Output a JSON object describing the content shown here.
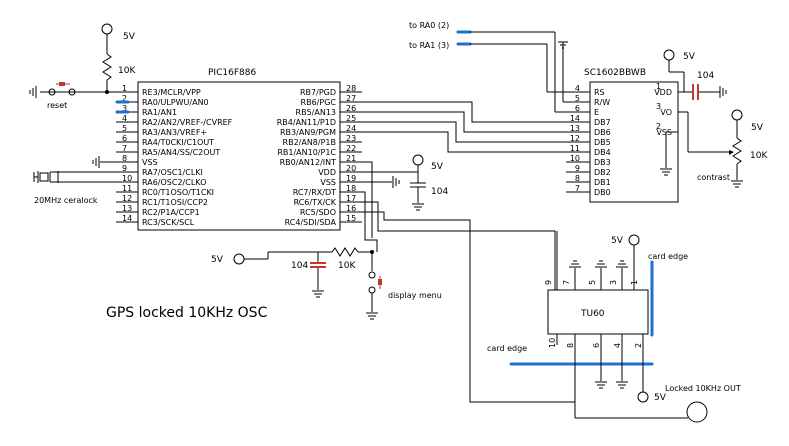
{
  "title": "GPS locked 10KHz OSC",
  "power_labels": {
    "v5_a": "5V",
    "v5_b": "5V",
    "v5_c": "5V",
    "v5_d": "5V",
    "v5_e": "5V",
    "v5_f": "5V",
    "v5_g": "5V"
  },
  "components": {
    "r_pullup": "10K",
    "r_menu": "10K",
    "r_contrast": "10K",
    "c_vdd": "104",
    "c_menu": "104",
    "c_lcd": "104",
    "reset": "reset",
    "crystal": "20MHz ceralock",
    "display_menu": "display menu",
    "contrast": "contrast"
  },
  "pic": {
    "name": "PIC16F886",
    "left_pins": [
      {
        "num": "1",
        "label": "RE3/MCLR/VPP"
      },
      {
        "num": "2",
        "label": "RA0/ULPWU/AN0"
      },
      {
        "num": "3",
        "label": "RA1/AN1"
      },
      {
        "num": "4",
        "label": "RA2/AN2/VREF-/CVREF"
      },
      {
        "num": "5",
        "label": "RA3/AN3/VREF+"
      },
      {
        "num": "6",
        "label": "RA4/T0CKI/C1OUT"
      },
      {
        "num": "7",
        "label": "RA5/AN4/SS/C2OUT"
      },
      {
        "num": "8",
        "label": "VSS"
      },
      {
        "num": "9",
        "label": "RA7/OSC1/CLKI"
      },
      {
        "num": "10",
        "label": "RA6/OSC2/CLKO"
      },
      {
        "num": "11",
        "label": "RC0/T1OSO/T1CKI"
      },
      {
        "num": "12",
        "label": "RC1/T1OSI/CCP2"
      },
      {
        "num": "13",
        "label": "RC2/P1A/CCP1"
      },
      {
        "num": "14",
        "label": "RC3/SCK/SCL"
      }
    ],
    "right_pins": [
      {
        "num": "28",
        "label": "RB7/PGD"
      },
      {
        "num": "27",
        "label": "RB6/PGC"
      },
      {
        "num": "26",
        "label": "RB5/AN13"
      },
      {
        "num": "25",
        "label": "RB4/AN11/P1D"
      },
      {
        "num": "24",
        "label": "RB3/AN9/PGM"
      },
      {
        "num": "23",
        "label": "RB2/AN8/P1B"
      },
      {
        "num": "22",
        "label": "RB1/AN10/P1C"
      },
      {
        "num": "21",
        "label": "RB0/AN12/INT"
      },
      {
        "num": "20",
        "label": "VDD"
      },
      {
        "num": "19",
        "label": "VSS"
      },
      {
        "num": "18",
        "label": "RC7/RX/DT"
      },
      {
        "num": "17",
        "label": "RC6/TX/CK"
      },
      {
        "num": "16",
        "label": "RC5/SDO"
      },
      {
        "num": "15",
        "label": "RC4/SDI/SDA"
      }
    ]
  },
  "lcd": {
    "name": "SC1602BBWB",
    "left_pins": [
      {
        "num": "4",
        "label": "RS"
      },
      {
        "num": "5",
        "label": "R/W"
      },
      {
        "num": "6",
        "label": "E"
      },
      {
        "num": "14",
        "label": "DB7"
      },
      {
        "num": "13",
        "label": "DB6"
      },
      {
        "num": "12",
        "label": "DB5"
      },
      {
        "num": "11",
        "label": "DB4"
      },
      {
        "num": "10",
        "label": "DB3"
      },
      {
        "num": "9",
        "label": "DB2"
      },
      {
        "num": "8",
        "label": "DB1"
      },
      {
        "num": "7",
        "label": "DB0"
      }
    ],
    "right_pins": [
      {
        "num": "1",
        "label": "VDD"
      },
      {
        "num": "3",
        "label": "VO"
      },
      {
        "num": "2",
        "label": "VSS"
      }
    ]
  },
  "tu60": {
    "name": "TU60",
    "top_pins": [
      "9",
      "7",
      "5",
      "3",
      "1"
    ],
    "bottom_pins": [
      "10",
      "8",
      "6",
      "4",
      "2"
    ],
    "card_edge_top": "card edge",
    "card_edge_bottom": "card edge"
  },
  "connectors": {
    "ra0": "to RA0 (2)",
    "ra1": "to RA1 (3)",
    "output": "Locked 10KHz OUT"
  }
}
